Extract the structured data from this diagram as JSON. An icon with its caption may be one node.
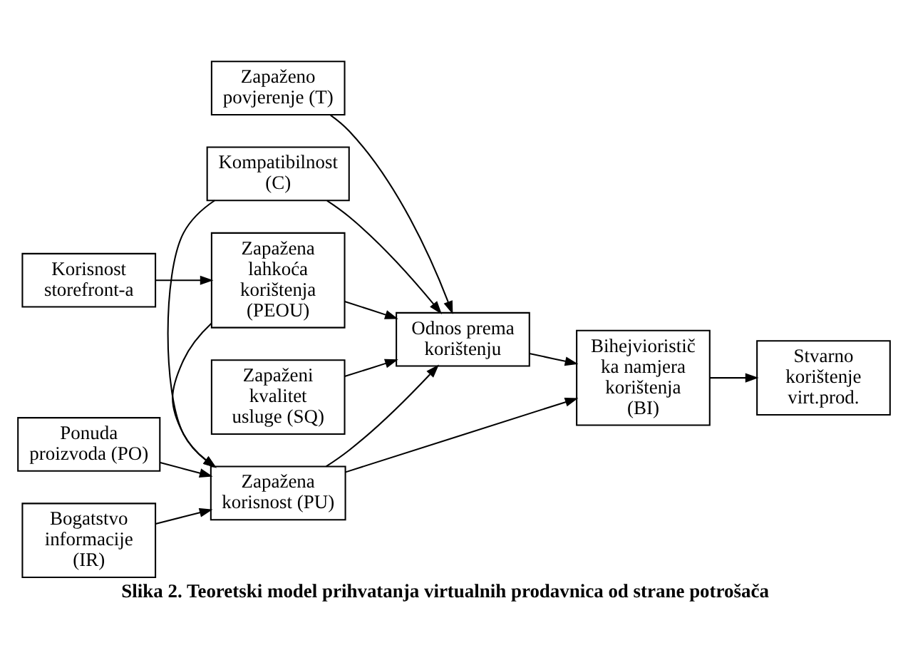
{
  "diagram": {
    "caption": "Slika 2. Teoretski model prihvatanja virtualnih prodavnica od strane potrošača",
    "nodes": [
      {
        "text": [
          "Zapaženo povjerenje (T)"
        ]
      },
      {
        "text": [
          "Ponuda proizvoda (PO)"
        ]
      },
      {
        "text": [
          "Kompatibilnost (C)"
        ]
      },
      {
        "text": [
          "Bogatstvo informacije (IR)"
        ]
      },
      {
        "text": [
          "Zapažena korisnost (PU)"
        ]
      },
      {
        "text": [
          "Odnos prema korištenju"
        ]
      },
      {
        "text": [
          "Bihejvioristič ka namjera korištenja (BI)"
        ]
      },
      {
        "text": [
          "Stvarno korištenje virt.prod."
        ]
      },
      {
        "text": [
          "Korisnost storefront-a"
        ]
      },
      {
        "text": [
          "Zapažena lahkoća korištenja (PEOU)"
        ]
      },
      {
        "text": [
          "Zapaženi kvalitet usluge (SQ)"
        ]
      }
    ],
    "edges": [
      {
        "from": 1,
        "to": 4,
        "arrow": "to"
      },
      {
        "from": 3,
        "to": 4,
        "arrow": "to"
      },
      {
        "from": 2,
        "to": 4,
        "arrow": "to"
      },
      {
        "from": 8,
        "to": 9,
        "arrow": "to"
      },
      {
        "from": 9,
        "to": 4,
        "arrow": "to"
      },
      {
        "from": 0,
        "to": 5,
        "arrow": "to"
      },
      {
        "from": 2,
        "to": 5,
        "arrow": "to"
      },
      {
        "from": 4,
        "to": 5,
        "arrow": "to"
      },
      {
        "from": 4,
        "to": 6,
        "arrow": "to"
      },
      {
        "from": 9,
        "to": 5,
        "arrow": "to"
      },
      {
        "from": 10,
        "to": 5,
        "arrow": "to"
      },
      {
        "from": 5,
        "to": 6,
        "arrow": "to"
      },
      {
        "from": 6,
        "to": 7,
        "arrow": "to"
      }
    ]
  }
}
